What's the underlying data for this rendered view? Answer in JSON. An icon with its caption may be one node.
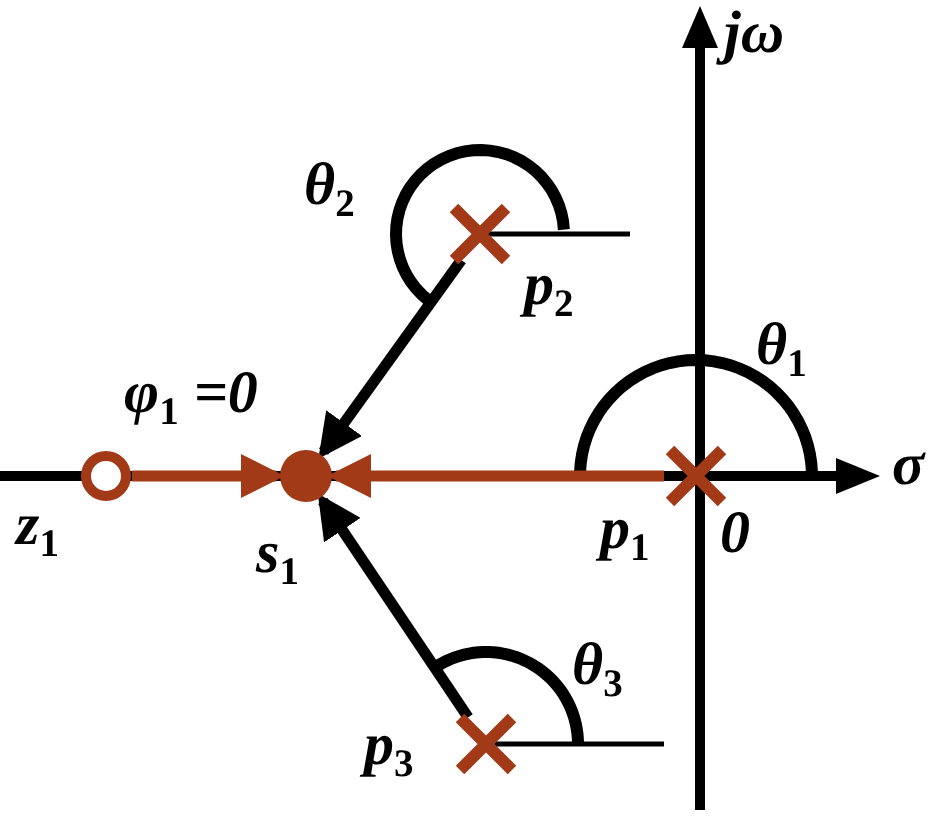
{
  "diagram": {
    "nodes": [
      {
        "text": [],
        "shape": "circle",
        "beside": [
          "z$_{1}$"
        ]
      },
      {
        "text": [],
        "shape": "dot",
        "beside": [
          "s$_{1}$"
        ]
      },
      {
        "text": [],
        "shape": "cross",
        "beside": [
          "p$_{1}$"
        ]
      },
      {
        "text": [],
        "shape": "cross",
        "beside": [
          "p$_{2}$"
        ]
      },
      {
        "text": [],
        "shape": "cross",
        "beside": [
          "p$_{3}$"
        ]
      }
    ],
    "edges": [
      {
        "from": 0,
        "to": 1,
        "arrow": "to",
        "color": "#a33a17"
      },
      {
        "from": 2,
        "to": 1,
        "arrow": "to",
        "color": "#a33a17"
      },
      {
        "from": 3,
        "to": 1,
        "arrow": "to",
        "color": "#000000"
      },
      {
        "from": 4,
        "to": 1,
        "arrow": "to",
        "color": "#000000"
      }
    ],
    "labels": [
      "jω",
      "θ$_{2}$",
      "θ$_{1}$",
      "φ$_{1}$ =0",
      "σ",
      "0",
      "θ$_{3}$"
    ]
  }
}
